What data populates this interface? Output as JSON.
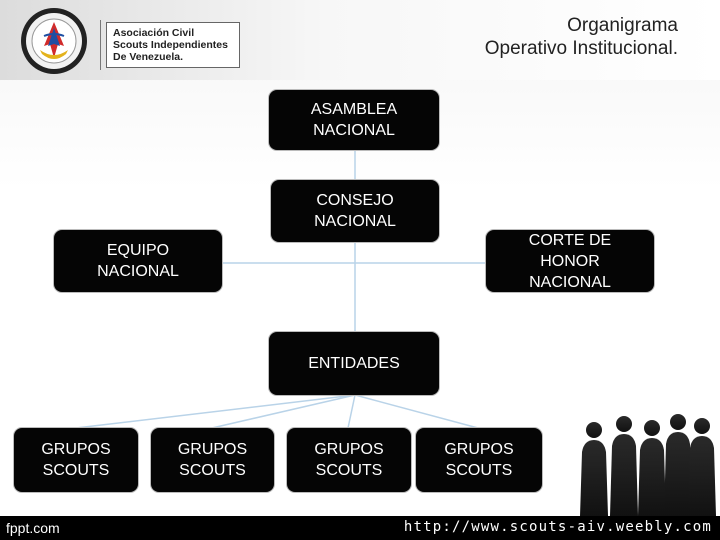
{
  "header": {
    "org_lines": [
      "Asociación Civil",
      "Scouts Independientes",
      "De Venezuela."
    ],
    "title_lines": [
      "Organigrama",
      "Operativo Institucional."
    ]
  },
  "nodes": {
    "asamblea": [
      "ASAMBLEA",
      "NACIONAL"
    ],
    "consejo": [
      "CONSEJO",
      "NACIONAL"
    ],
    "equipo": [
      "EQUIPO",
      "NACIONAL"
    ],
    "corte": [
      "CORTE DE",
      "HONOR",
      "NACIONAL"
    ],
    "entidades": [
      "ENTIDADES"
    ],
    "grupos": [
      [
        "GRUPOS",
        "SCOUTS"
      ],
      [
        "GRUPOS",
        "SCOUTS"
      ],
      [
        "GRUPOS",
        "SCOUTS"
      ],
      [
        "GRUPOS",
        "SCOUTS"
      ]
    ]
  },
  "footer": {
    "left": "fppt.com",
    "right": "http://www.scouts-aiv.weebly.com"
  },
  "colors": {
    "node_fill": "#050505",
    "node_text": "#ffffff",
    "connector": "#b9d3e8"
  },
  "icons": [
    "scout-emblem-logo",
    "business-people-silhouettes"
  ]
}
